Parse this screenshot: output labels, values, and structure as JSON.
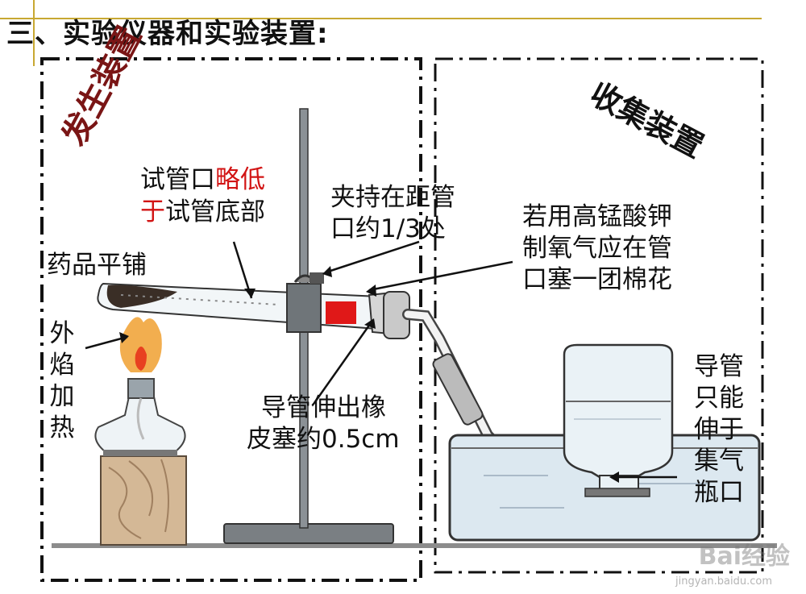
{
  "title": "三、实验仪器和实验装置:",
  "sections": {
    "generator": "发生装置",
    "collector": "收集装置"
  },
  "labels": {
    "tube_mouth_1": "试管口",
    "tube_mouth_red_1": "略低",
    "tube_mouth_red_2": "于",
    "tube_mouth_2": "试管底部",
    "clamp_line1": "夹持在距管",
    "clamp_line2": "口约1/3处",
    "kmno4_line1": "若用高锰酸钾",
    "kmno4_line2": "制氧气应在管",
    "kmno4_line3": "口塞一团棉花",
    "spread": "药品平铺",
    "outer_flame": "外焰加热",
    "tube_out_line1": "导管伸出橡",
    "tube_out_line2": "皮塞约0.5cm",
    "collector_tube": "导管只能伸于集气瓶口"
  },
  "watermark": {
    "main": "Bai经验",
    "sub": "jingyan.baidu.com"
  },
  "colors": {
    "accent_red": "#d21414",
    "title_rule": "#c8a832",
    "flame": "#f0a030",
    "wood": "#d4b896",
    "water": "#dce8f0"
  }
}
